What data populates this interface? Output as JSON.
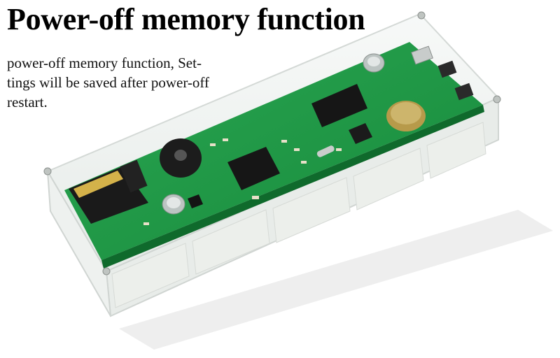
{
  "headline": "Power-off memory function",
  "description_lines": [
    "power-off memory function, Set-",
    "tings will be saved after power-off",
    "restart."
  ],
  "colors": {
    "pcb": "#1f9a45",
    "pcb_dark": "#137a33",
    "acrylic": "#f1f4f2",
    "display_segments": "#e9ece8"
  }
}
